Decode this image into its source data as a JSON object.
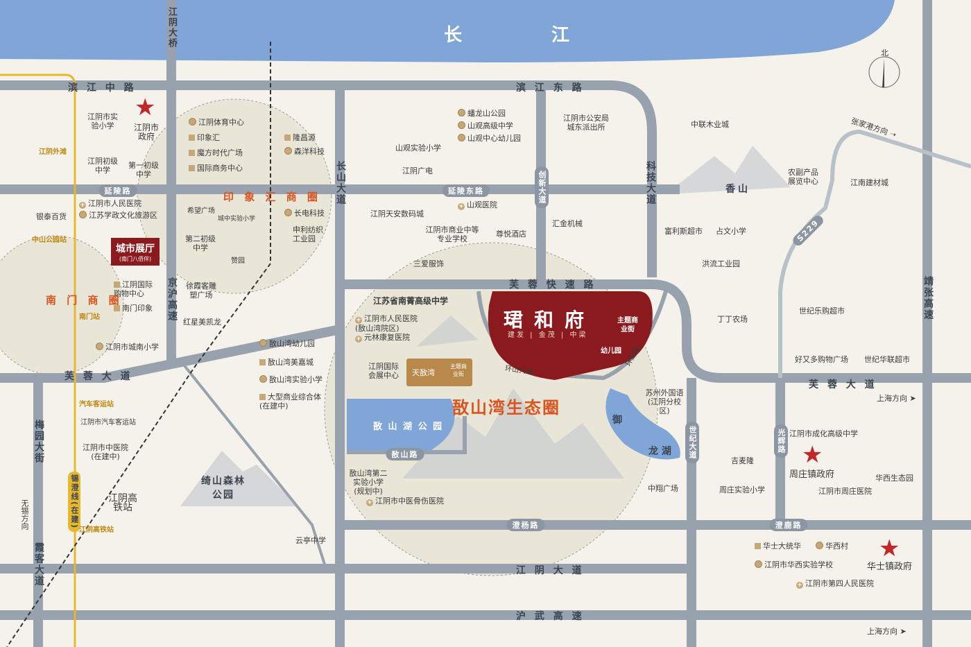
{
  "river": "长 江",
  "compass": "北",
  "project": {
    "name": "珺和府",
    "tagline": "建发 | 金茂 | 中梁",
    "street": "主题商业街",
    "kindergarten": "幼儿园",
    "project_color": "#8b1a1e"
  },
  "showroom": {
    "title": "城市展厅",
    "sub": "(南门八佰伴)"
  },
  "zones": {
    "yinxiang": "印 象 汇 商 圈",
    "nanmen": "南 门 商 圈",
    "dunshan": "敔山湾生态圈"
  },
  "roads": {
    "binjiang_zhong": "滨 江 中 路",
    "binjiang_dong": "滨 江 东 路",
    "yanling": "延陵路",
    "yanling_dong": "延陵东路",
    "furong_kuaisu": "芙 蓉 快 速 路",
    "furong_da_w": "芙 蓉 大 道",
    "furong_da_e": "芙 蓉 大 道",
    "jiangyin_da": "江 阴 大 道",
    "huwu": "沪 武 高 速",
    "chengyang": "澄杨路",
    "chenglu": "澄鹿路",
    "dunshan_lu": "敔山路",
    "jiangyin_daqiao": "江阴大桥",
    "changshan": "长山大道",
    "jinghu": "京沪高速",
    "keji": "科技大道",
    "chuangxin": "创新大道",
    "meiyuan": "梅园大街",
    "xiake": "霞客大道",
    "jingzhang": "靖张高速",
    "guanghui": "光辉路",
    "shiji": "世纪大道",
    "s229": "S229",
    "huanshan": "环山大道",
    "huanshan2": "环湖路",
    "xicheng": "锡澄线(在建)"
  },
  "directions": {
    "zhangjiagang": "张家港方向 ➝",
    "shanghai1": "上海方向 ➤",
    "shanghai2": "上海方向 ➤",
    "wuxi": "无锡方向"
  },
  "metro": {
    "waitan": "江阴外滩",
    "zhongshan": "中山公园站",
    "nanmen": "南门站",
    "bus": "汽车客运站",
    "gaotie": "江阴高铁站"
  },
  "places": {
    "shiyanxiaoxue": "江阴市实验小学",
    "zhengfu": "江阴市政府",
    "chuji": "江阴初级中学",
    "diyichuji": "第一初级中学",
    "renmin": "江阴市人民医院",
    "xuezheng": "江苏学政文化旅游区",
    "yintai": "银泰百货",
    "guoji": "江阴国际购物中心",
    "nanmenyin": "南门印象",
    "chengnan": "江阴市城南小学",
    "tiyu": "江阴体育中心",
    "yinxianghui": "印象汇",
    "mofang": "魔方时代广场",
    "guojishangwu": "国际商务中心",
    "longchang": "隆昌源",
    "senyang": "森洋科技",
    "xiwang": "希望广场",
    "chengzhong": "城中实验小学",
    "changdian": "长电科技",
    "dierchuji": "第二初级中学",
    "zanyuan": "赞园",
    "shenli": "申利纺织工业园",
    "xuxiake": "徐霞客雕塑广场",
    "hongxing": "红星美凯龙",
    "qilongshan": "蟠龙山公园",
    "shanguan_gz": "山观高级中学",
    "shanguan_yey": "山观中心幼儿园",
    "shanguan_xx": "山观实验小学",
    "guangdian": "江阴广电",
    "gonganju": "江阴市公安局城东派出所",
    "shanguan_yy": "山观医院",
    "tianan": "江阴天安数码城",
    "shangye": "江阴市商业中等专业学校",
    "yueyue": "尊悦酒店",
    "sanai": "三爱服饰",
    "huijin": "汇金机械",
    "zhonglian": "中联木业城",
    "xiangshan": "香山",
    "nongfu": "农副产品展览中心",
    "jiancai": "江南建材城",
    "fulisi": "富利斯超市",
    "zhanshan": "占文小学",
    "hongliu": "洪流工业园",
    "dingding": "丁丁农场",
    "shijile": "世纪乐购超市",
    "haoyouduo": "好又多购物广场",
    "shijihualian": "世纪华联超市",
    "nanjing_gz": "江苏省南菁高级中学",
    "renmin_dunshan": "江阴市人民医院(敔山湾院区)",
    "yuanlin": "元林康复医院",
    "huizhan": "江阴国际会展中心",
    "dunshan_yey": "敔山湾幼儿园",
    "dunshan_mj": "敔山湾美嘉城",
    "dunshan_sy": "敔山湾实验小学",
    "daxing": "大型商业综合体(在建中)",
    "dunshanhu": "敔 山 湖 公 园",
    "dunshan_er": "敔山湾第二实验小学(规划中)",
    "zhongyi_gushang": "江阴市中医骨伤医院",
    "qishan": "绮山森林公园",
    "yunting": "云亭中学",
    "qiche_station": "江阴市汽车客运站",
    "zhongyi": "江阴市中医院(在建中)",
    "gaotie_label": "江阴高铁站",
    "suzhou": "苏州外国语(江阴分校区)",
    "longhu": "龙 湖",
    "yu": "御",
    "zhongxiang": "中翔广场",
    "jimailong": "吉麦隆",
    "zhouzhuang_xx": "周庄实验小学",
    "chenghua": "江阴市成化高级中学",
    "zhouzhuang_zf": "周庄镇政府",
    "zhouzhuang_yy": "江阴市周庄医院",
    "huaxi_shengtai": "华西生态园",
    "huashi_dtz": "华士大统华",
    "huaxicun": "华西村",
    "huaxi_xx": "江阴市华西实验学校",
    "huashi_zf": "华士镇政府",
    "disi": "江阴市第四人民医院",
    "tiandunwan": "天敔湾",
    "zhuti": "主题商业街"
  },
  "colors": {
    "water": "#7fa6d6",
    "road": "#98a2ae",
    "land": "#f4f2ea",
    "zone": "#e9e6d8",
    "accent": "#d9541e"
  }
}
